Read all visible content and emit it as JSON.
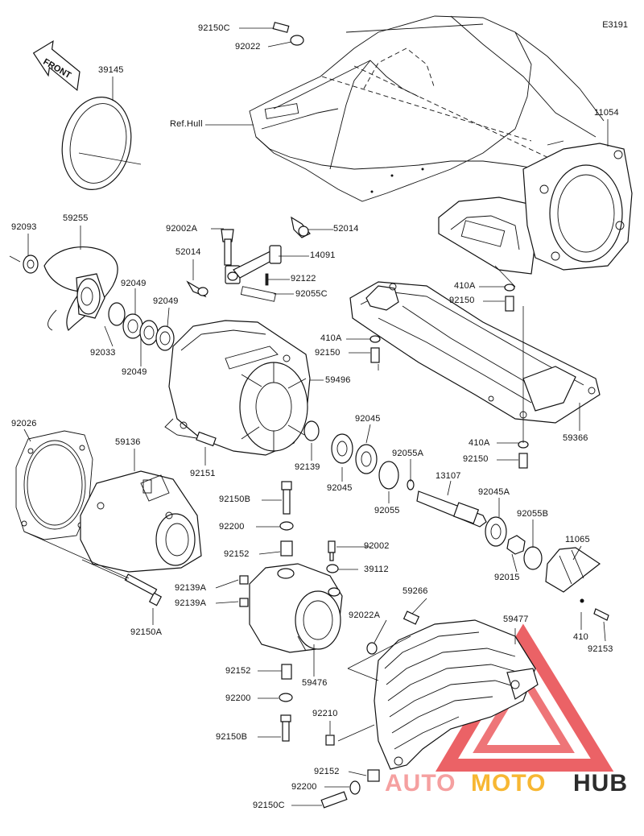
{
  "figure_code": "E3191",
  "direction": {
    "label": "FRONT"
  },
  "watermark": {
    "part1": "AUTO",
    "part2": "MOTO",
    "part3": "HUB",
    "colors": {
      "triangle": "#e8474b",
      "auto": "#f5a0a0",
      "moto": "#f7b733",
      "hub": "#2c2c2c"
    }
  },
  "parts": [
    {
      "id": "p1",
      "label": "92150C"
    },
    {
      "id": "p2",
      "label": "92022"
    },
    {
      "id": "p3",
      "label": "39145"
    },
    {
      "id": "p4",
      "label": "Ref.Hull"
    },
    {
      "id": "p5",
      "label": "11054"
    },
    {
      "id": "p6",
      "label": "92093"
    },
    {
      "id": "p7",
      "label": "59255"
    },
    {
      "id": "p8",
      "label": "92002A"
    },
    {
      "id": "p9",
      "label": "52014"
    },
    {
      "id": "p10",
      "label": "52014"
    },
    {
      "id": "p11",
      "label": "14091"
    },
    {
      "id": "p12",
      "label": "92122"
    },
    {
      "id": "p13",
      "label": "92055C"
    },
    {
      "id": "p14",
      "label": "92049"
    },
    {
      "id": "p15",
      "label": "92049"
    },
    {
      "id": "p16",
      "label": "92033"
    },
    {
      "id": "p17",
      "label": "92049"
    },
    {
      "id": "p18",
      "label": "410A"
    },
    {
      "id": "p19",
      "label": "92150"
    },
    {
      "id": "p20",
      "label": "410A"
    },
    {
      "id": "p21",
      "label": "92150"
    },
    {
      "id": "p22",
      "label": "59496"
    },
    {
      "id": "p23",
      "label": "92026"
    },
    {
      "id": "p24",
      "label": "59136"
    },
    {
      "id": "p25",
      "label": "92151"
    },
    {
      "id": "p26",
      "label": "92045"
    },
    {
      "id": "p27",
      "label": "92139"
    },
    {
      "id": "p28",
      "label": "92045"
    },
    {
      "id": "p29",
      "label": "92055A"
    },
    {
      "id": "p30",
      "label": "410A"
    },
    {
      "id": "p31",
      "label": "92150"
    },
    {
      "id": "p32",
      "label": "59366"
    },
    {
      "id": "p33",
      "label": "13107"
    },
    {
      "id": "p34",
      "label": "92055"
    },
    {
      "id": "p35",
      "label": "92045A"
    },
    {
      "id": "p36",
      "label": "92055B"
    },
    {
      "id": "p37",
      "label": "92150B"
    },
    {
      "id": "p38",
      "label": "92200"
    },
    {
      "id": "p39",
      "label": "11065"
    },
    {
      "id": "p40",
      "label": "92152"
    },
    {
      "id": "p41",
      "label": "92002"
    },
    {
      "id": "p42",
      "label": "39112"
    },
    {
      "id": "p43",
      "label": "92015"
    },
    {
      "id": "p44",
      "label": "92139A"
    },
    {
      "id": "p45",
      "label": "92139A"
    },
    {
      "id": "p46",
      "label": "92150A"
    },
    {
      "id": "p47",
      "label": "59266"
    },
    {
      "id": "p48",
      "label": "92022A"
    },
    {
      "id": "p49",
      "label": "59477"
    },
    {
      "id": "p50",
      "label": "410"
    },
    {
      "id": "p51",
      "label": "92153"
    },
    {
      "id": "p52",
      "label": "92152"
    },
    {
      "id": "p53",
      "label": "59476"
    },
    {
      "id": "p54",
      "label": "92200"
    },
    {
      "id": "p55",
      "label": "92210"
    },
    {
      "id": "p56",
      "label": "92150B"
    },
    {
      "id": "p57",
      "label": "92152"
    },
    {
      "id": "p58",
      "label": "92200"
    },
    {
      "id": "p59",
      "label": "92150C"
    }
  ]
}
